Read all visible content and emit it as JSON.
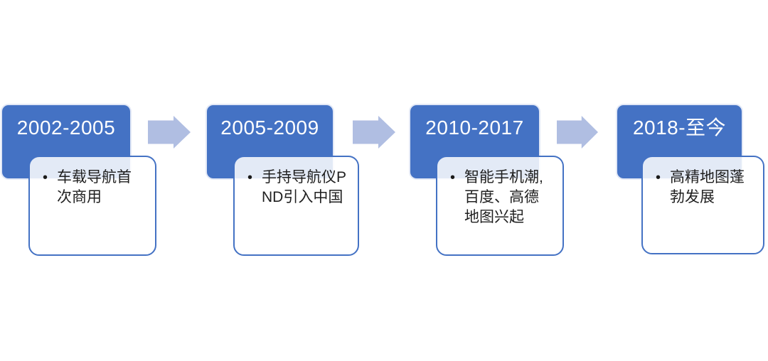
{
  "diagram": {
    "bullet_char": "•",
    "stages": [
      {
        "year": "2002-2005",
        "detail": "车载导航首次商用"
      },
      {
        "year": "2005-2009",
        "detail": "手持导航仪PND引入中国"
      },
      {
        "year": "2010-2017",
        "detail": "智能手机潮,百度、高德地图兴起"
      },
      {
        "year": "2018-至今",
        "detail": "高精地图蓬勃发展"
      }
    ],
    "colors": {
      "year_box_fill": "#4472C4",
      "year_box_text": "#FFFFFF",
      "card_border": "#4472C4",
      "card_fill": "rgba(255,255,255,0.85)",
      "arrow_fill": "#B0BEE2",
      "detail_text": "#1F1F1F"
    }
  }
}
